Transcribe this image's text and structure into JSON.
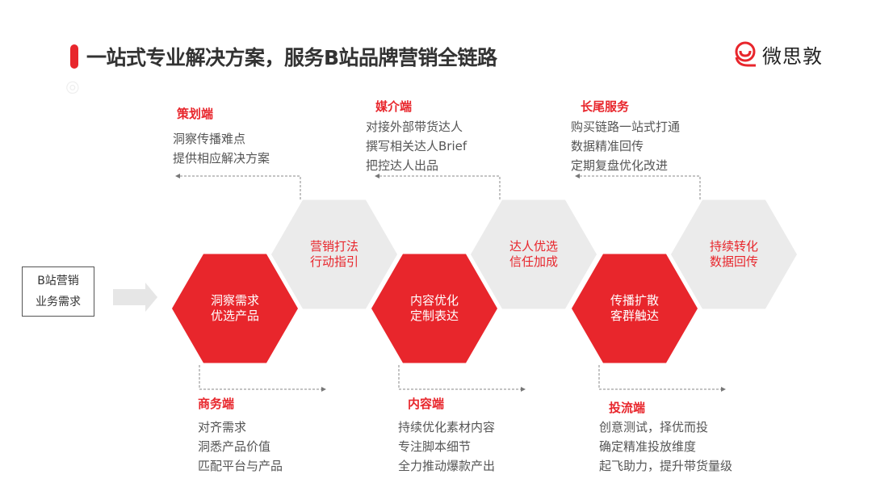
{
  "title": "一站式专业解决方案，服务B站品牌营销全链路",
  "logo": "微思敦",
  "colors": {
    "accent": "#e8262c",
    "gray_hex": "#ebebeb"
  },
  "start_box": [
    "B站营销",
    "业务需求"
  ],
  "red_hexes": [
    [
      "洞察需求",
      "优选产品"
    ],
    [
      "内容优化",
      "定制表达"
    ],
    [
      "传播扩散",
      "客群触达"
    ]
  ],
  "gray_hexes": [
    [
      "营销打法",
      "行动指引"
    ],
    [
      "达人优选",
      "信任加成"
    ],
    [
      "持续转化",
      "数据回传"
    ]
  ],
  "top_groups": [
    {
      "head": "策划端",
      "items": [
        "洞察传播难点",
        "提供相应解决方案"
      ]
    },
    {
      "head": "媒介端",
      "items": [
        "对接外部带货达人",
        "撰写相关达人Brief",
        "把控达人出品"
      ]
    },
    {
      "head": "长尾服务",
      "items": [
        "购买链路一站式打通",
        "数据精准回传",
        "定期复盘优化改进"
      ]
    }
  ],
  "bottom_groups": [
    {
      "head": "商务端",
      "items": [
        "对齐需求",
        "洞悉产品价值",
        "匹配平台与产品"
      ]
    },
    {
      "head": "内容端",
      "items": [
        "持续优化素材内容",
        "专注脚本细节",
        "全力推动爆款产出"
      ]
    },
    {
      "head": "投流端",
      "items": [
        "创意测试，择优而投",
        "确定精准投放维度",
        "起飞助力，提升带货量级"
      ]
    }
  ]
}
